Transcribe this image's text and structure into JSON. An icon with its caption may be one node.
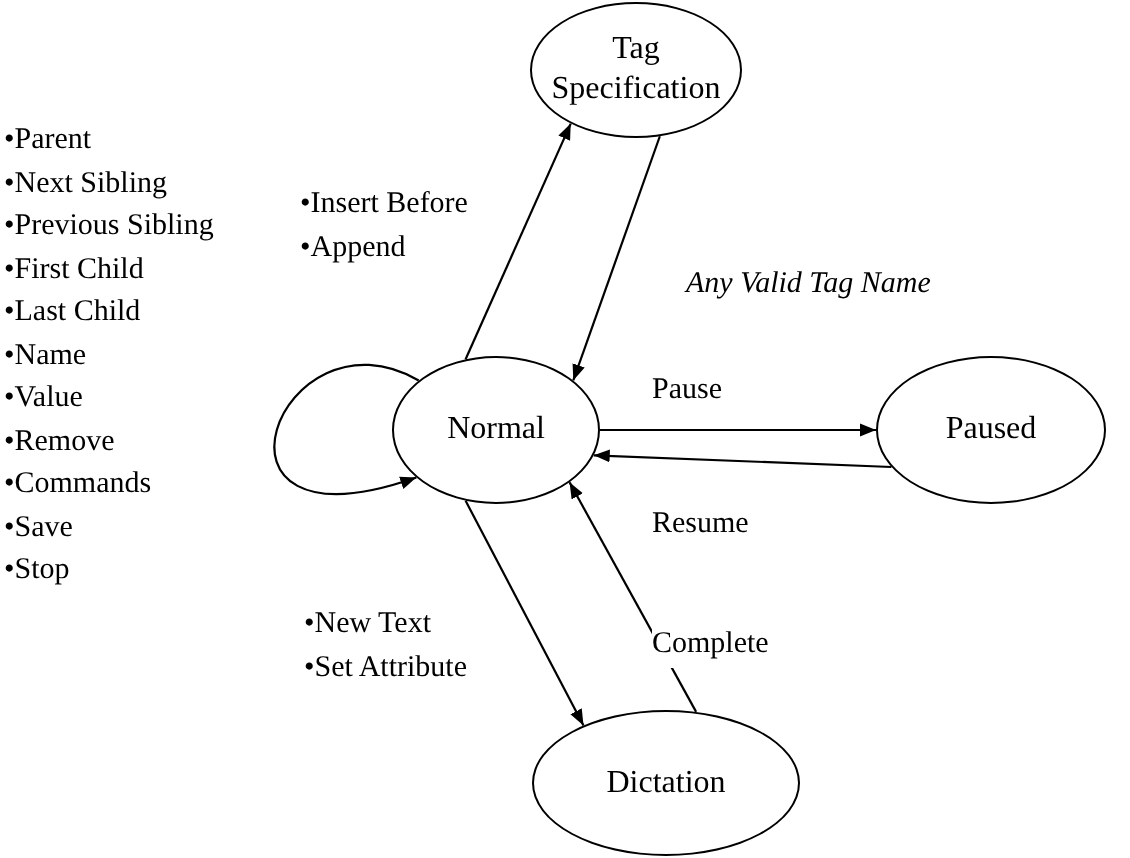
{
  "diagram": {
    "nodes": [
      {
        "text": [
          "Tag Specification"
        ]
      },
      {
        "text": [
          "Normal"
        ]
      },
      {
        "text": [
          "Paused"
        ]
      },
      {
        "text": [
          "Dictation"
        ]
      }
    ],
    "edges": [
      {
        "from": 1,
        "to": 1,
        "arrow": "to",
        "label": "•Parent •Next Sibling •Previous Sibling •First Child •Last Child •Name •Value •Remove •Commands •Save •Stop"
      },
      {
        "from": 1,
        "to": 0,
        "arrow": "to",
        "label": "•Insert Before •Append"
      },
      {
        "from": 0,
        "to": 1,
        "arrow": "to",
        "label": "Any Valid Tag Name"
      },
      {
        "from": 1,
        "to": 2,
        "arrow": "to",
        "label": "Pause"
      },
      {
        "from": 2,
        "to": 1,
        "arrow": "to",
        "label": "Resume"
      },
      {
        "from": 1,
        "to": 3,
        "arrow": "to",
        "label": "•New Text •Set Attribute"
      },
      {
        "from": 3,
        "to": 1,
        "arrow": "to",
        "label": "Complete"
      }
    ]
  }
}
